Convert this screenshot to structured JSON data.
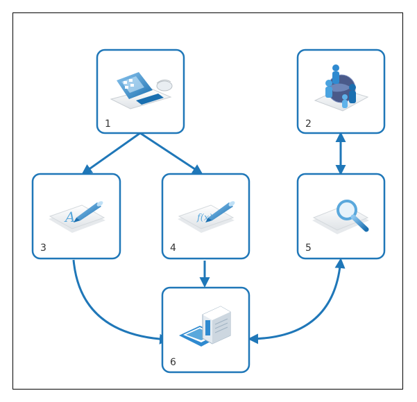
{
  "diagram": {
    "colors": {
      "box_stroke": "#1f77b8",
      "arrow": "#1f77b8",
      "icon_light": "#d8e9f5",
      "icon_mid": "#5aa8dc",
      "icon_dark": "#1a6fb0"
    },
    "nodes": [
      {
        "label": "1",
        "icon": "laptop-computer-icon"
      },
      {
        "label": "2",
        "icon": "globe-people-icon"
      },
      {
        "label": "3",
        "icon": "document-text-pen-icon"
      },
      {
        "label": "4",
        "icon": "document-formula-pen-icon"
      },
      {
        "label": "5",
        "icon": "document-magnifier-icon"
      },
      {
        "label": "6",
        "icon": "server-storage-icon"
      }
    ],
    "edges": [
      {
        "from": "1",
        "to": "3",
        "direction": "forward"
      },
      {
        "from": "1",
        "to": "4",
        "direction": "forward"
      },
      {
        "from": "2",
        "to": "5",
        "direction": "both"
      },
      {
        "from": "3",
        "to": "6",
        "direction": "forward"
      },
      {
        "from": "4",
        "to": "6",
        "direction": "forward"
      },
      {
        "from": "5",
        "to": "6",
        "direction": "both"
      }
    ]
  }
}
